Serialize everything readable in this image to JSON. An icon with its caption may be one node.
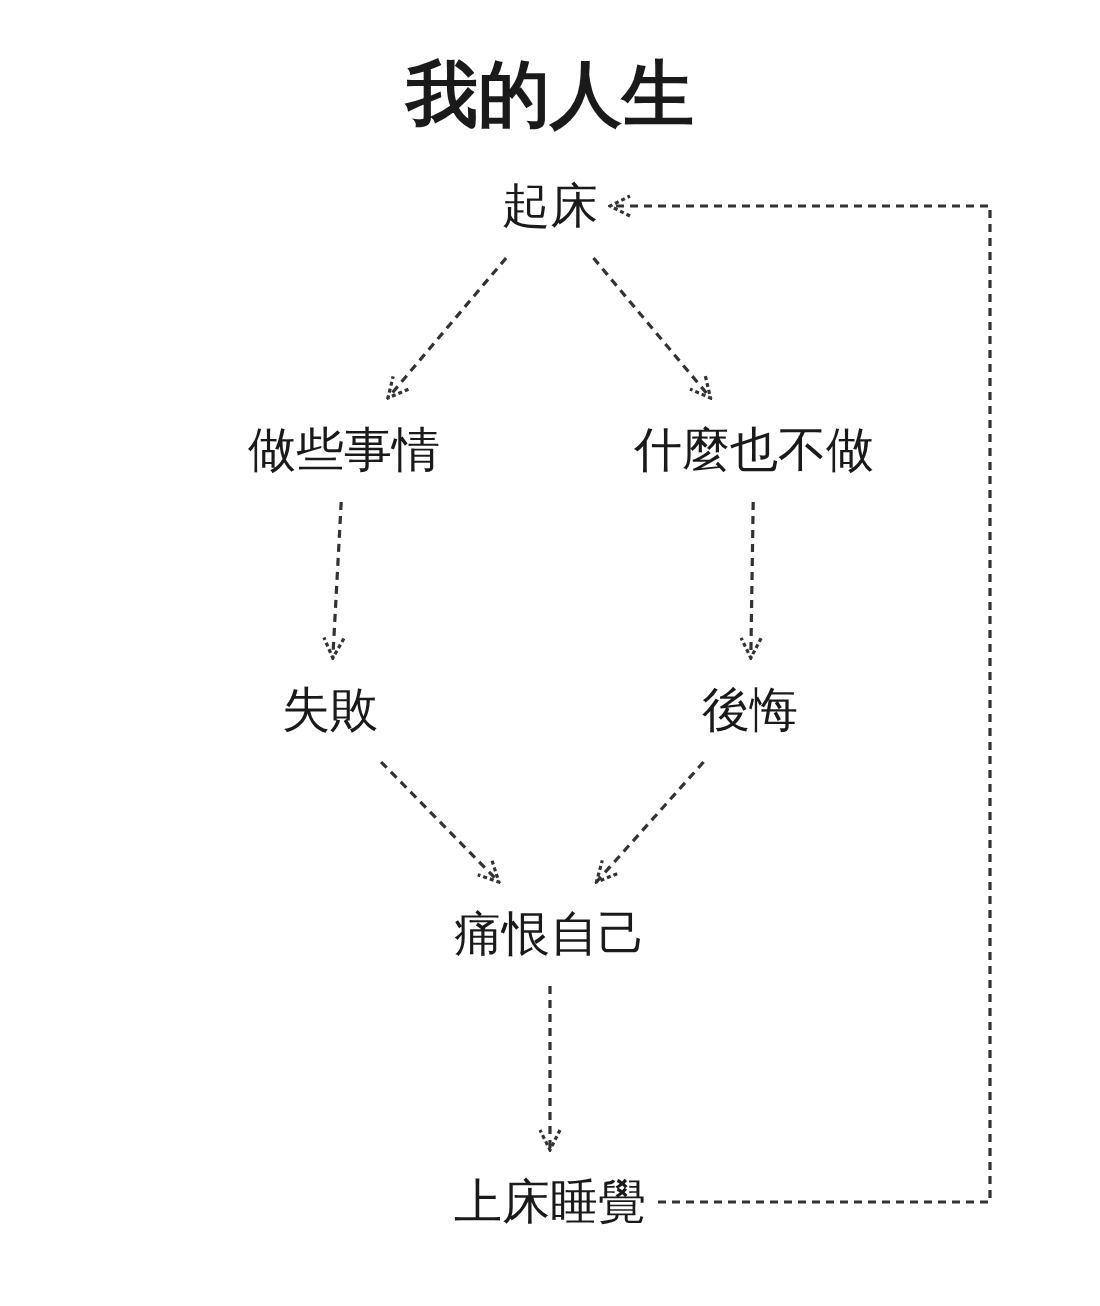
{
  "diagram": {
    "title": "我的人生",
    "nodes": [
      {
        "text": [
          "起床"
        ]
      },
      {
        "text": [
          "做些事情"
        ]
      },
      {
        "text": [
          "什麼也不做"
        ]
      },
      {
        "text": [
          "失敗"
        ]
      },
      {
        "text": [
          "後悔"
        ]
      },
      {
        "text": [
          "痛恨自己"
        ]
      },
      {
        "text": [
          "上床睡覺"
        ]
      }
    ],
    "edges": [
      {
        "from": 0,
        "to": 1,
        "arrow": "to",
        "style": "dashed"
      },
      {
        "from": 0,
        "to": 2,
        "arrow": "to",
        "style": "dashed"
      },
      {
        "from": 1,
        "to": 3,
        "arrow": "to",
        "style": "dashed"
      },
      {
        "from": 2,
        "to": 4,
        "arrow": "to",
        "style": "dashed"
      },
      {
        "from": 3,
        "to": 5,
        "arrow": "to",
        "style": "dashed"
      },
      {
        "from": 4,
        "to": 5,
        "arrow": "to",
        "style": "dashed"
      },
      {
        "from": 5,
        "to": 6,
        "arrow": "to",
        "style": "dashed"
      },
      {
        "from": 6,
        "to": 0,
        "arrow": "to",
        "style": "dashed"
      }
    ]
  }
}
